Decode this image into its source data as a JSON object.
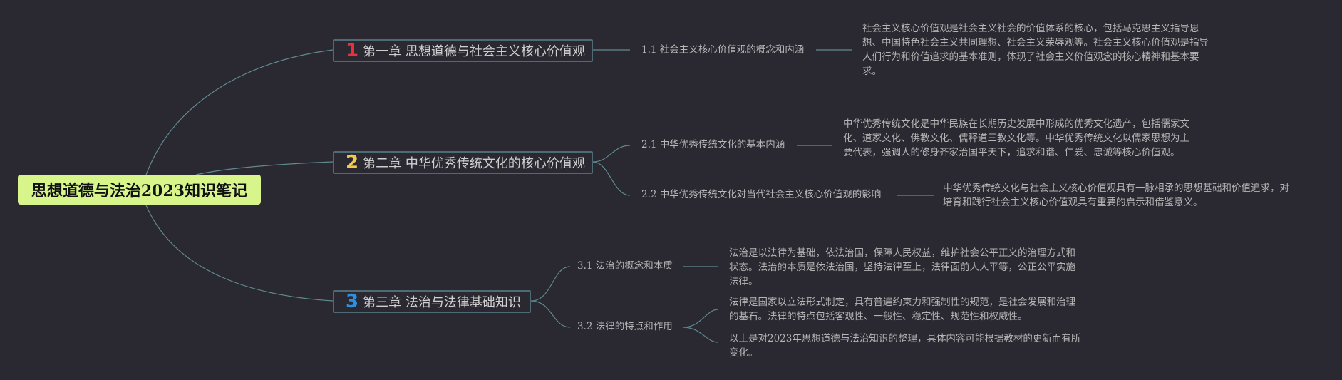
{
  "root": {
    "title": "思想道德与法治2023知识笔记"
  },
  "chapters": [
    {
      "num": "1",
      "num_color": "#e8313d",
      "title": "第一章 思想道德与社会主义核心价值观",
      "subs": [
        {
          "label": "1.1 社会主义核心价值观的概念和内涵",
          "details": [
            "社会主义核心价值观是社会主义社会的价值体系的核心，包括马克思主义指导思想、中国特色社会主义共同理想、社会主义荣辱观等。社会主义核心价值观是指导人们行为和价值追求的基本准则，体现了社会主义价值观念的核心精神和基本要求。"
          ]
        }
      ]
    },
    {
      "num": "2",
      "num_color": "#f3c94d",
      "title": "第二章 中华优秀传统文化的核心价值观",
      "subs": [
        {
          "label": "2.1 中华优秀传统文化的基本内涵",
          "details": [
            "中华优秀传统文化是中华民族在长期历史发展中形成的优秀文化遗产，包括儒家文化、道家文化、佛教文化、儒释道三教文化等。中华优秀传统文化以儒家思想为主要代表，强调人的修身齐家治国平天下，追求和谐、仁爱、忠诚等核心价值观。"
          ]
        },
        {
          "label": "2.2 中华优秀传统文化对当代社会主义核心价值观的影响",
          "details": [
            "中华优秀传统文化与社会主义核心价值观具有一脉相承的思想基础和价值追求，对培育和践行社会主义核心价值观具有重要的启示和借鉴意义。"
          ]
        }
      ]
    },
    {
      "num": "3",
      "num_color": "#2e8fe0",
      "title": "第三章 法治与法律基础知识",
      "subs": [
        {
          "label": "3.1 法治的概念和本质",
          "details": [
            "法治是以法律为基础，依法治国，保障人民权益，维护社会公平正义的治理方式和状态。法治的本质是依法治国，坚持法律至上，法律面前人人平等，公正公平实施法律。"
          ]
        },
        {
          "label": "3.2 法律的特点和作用",
          "details": [
            "法律是国家以立法形式制定，具有普遍约束力和强制性的规范，是社会发展和治理的基石。法律的特点包括客观性、一般性、稳定性、规范性和权威性。",
            "以上是对2023年思想道德与法治知识的整理，具体内容可能根据教材的更新而有所变化。"
          ]
        }
      ]
    }
  ],
  "colors": {
    "background": "#2a2831",
    "root_fill": "#d8f58c",
    "chapter_border": "#4e6a73",
    "link": "#5f8a8f"
  }
}
